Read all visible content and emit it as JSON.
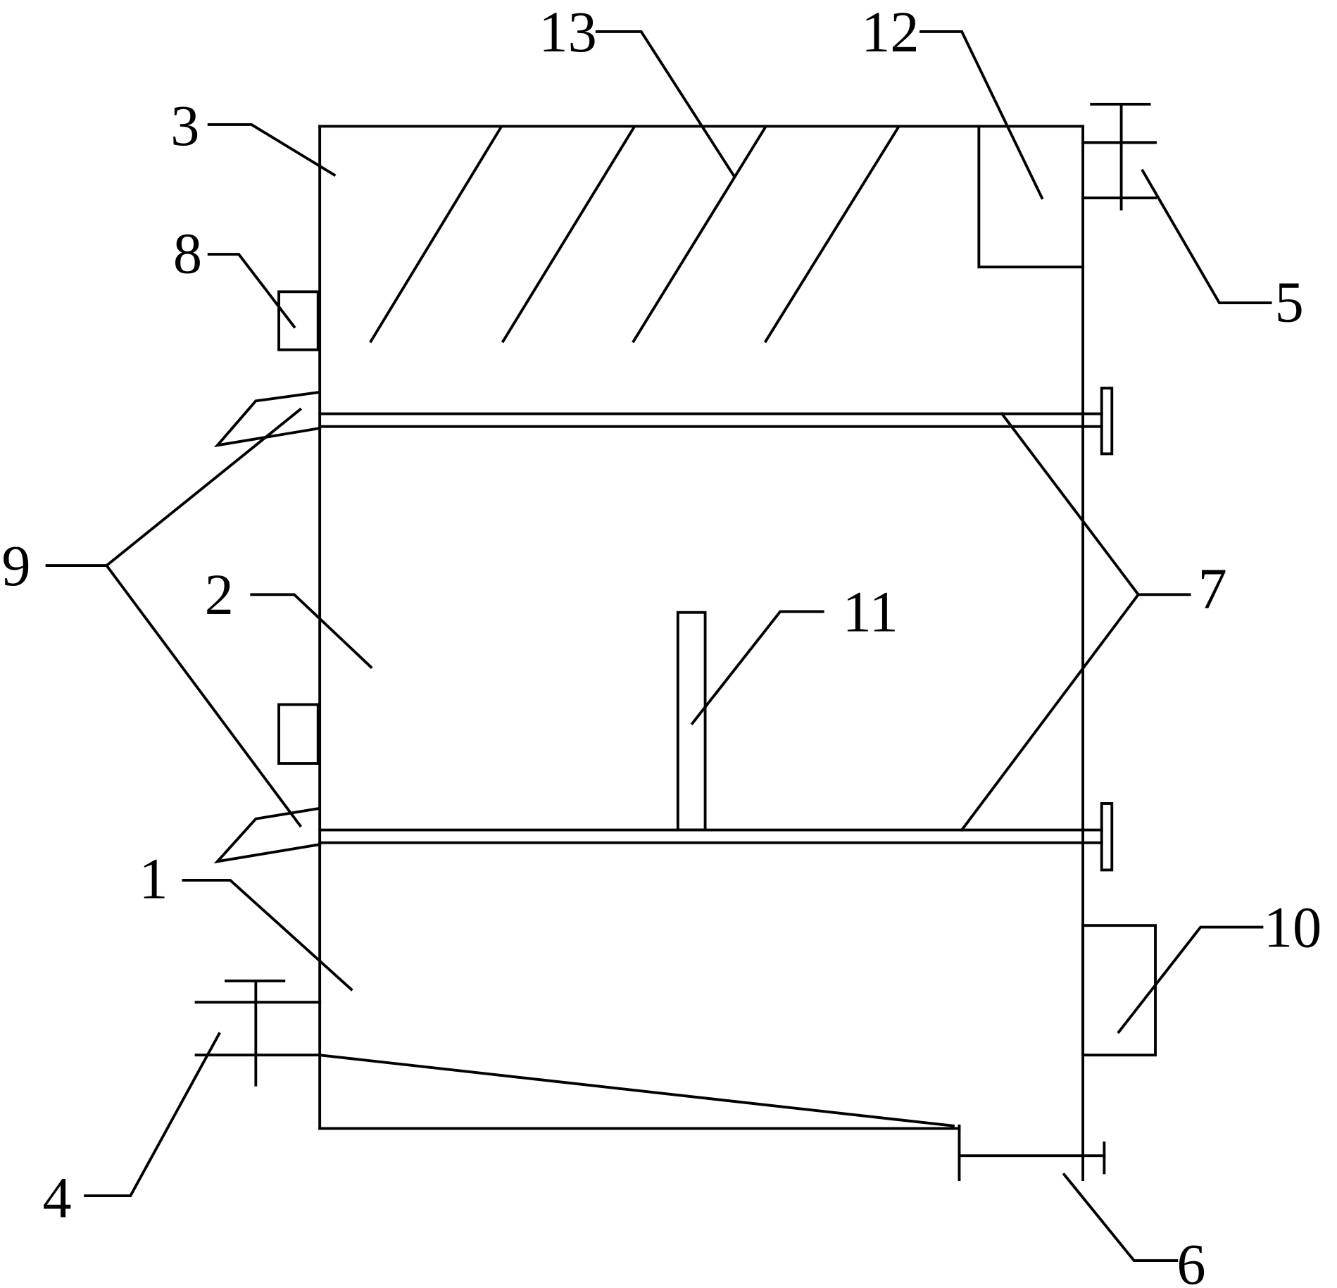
{
  "labels": {
    "part_1": "1",
    "part_2": "2",
    "part_3": "3",
    "part_4": "4",
    "part_5": "5",
    "part_6": "6",
    "part_7": "7",
    "part_8": "8",
    "part_9": "9",
    "part_10": "10",
    "part_11": "11",
    "part_12": "12",
    "part_13": "13"
  },
  "colors": {
    "line": "#000000",
    "background": "#ffffff"
  }
}
